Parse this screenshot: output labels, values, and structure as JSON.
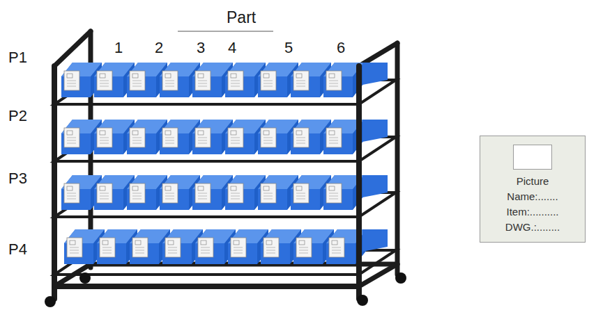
{
  "diagram": {
    "nodes": [
      {
        "text": [
          "Picture",
          "Name:.......",
          "Item:..........",
          "DWG.:........"
        ]
      }
    ],
    "labels": [
      "Part",
      "1",
      "2",
      "3",
      "4",
      "5",
      "6",
      "P1",
      "P2",
      "P3",
      "P4"
    ]
  }
}
